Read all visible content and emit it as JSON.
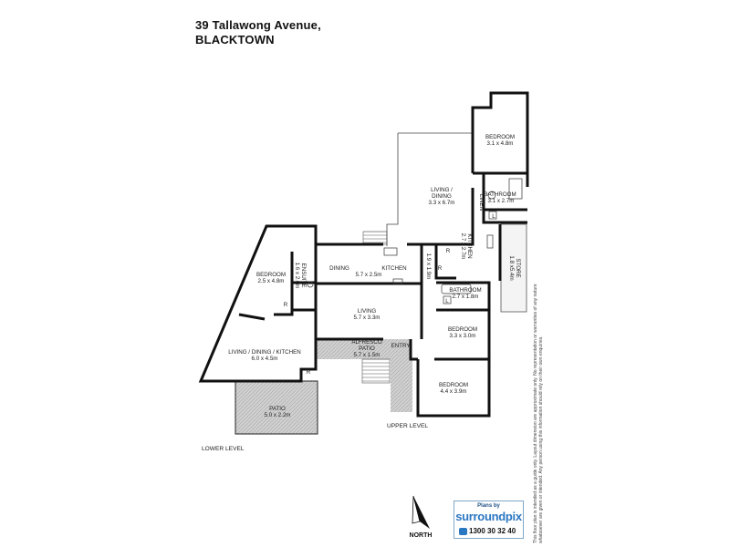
{
  "address": {
    "line1": "39 Tallawong Avenue,",
    "line2": "BLACKTOWN"
  },
  "rooms": {
    "bedroom_top": {
      "name": "BEDROOM",
      "dims": "3.1 x 4.8m"
    },
    "living_dining_upper": {
      "name1": "LIVING /",
      "name2": "DINING",
      "dims": "3.3 x 6.7m"
    },
    "bathroom_top": {
      "name": "BATHROOM",
      "dims": "3.1 x 2.7m"
    },
    "linen": {
      "name": "LINEN"
    },
    "kitchen_upper": {
      "name": "KITCHEN",
      "dims": "2.7 x 2.7m"
    },
    "store": {
      "name": "STORE",
      "dims": "1.8 x5.4m"
    },
    "hall": {
      "dims": "1.9 x 1.9m"
    },
    "dining": {
      "name": "DINING",
      "dims": "5.7 x 2.5m"
    },
    "kitchen": {
      "name": "KITCHEN"
    },
    "living": {
      "name": "LIVING",
      "dims": "5.7 x 3.3m"
    },
    "bathroom_mid": {
      "name": "BATHROOM",
      "dims": "2.7 x 1.8m"
    },
    "bedroom_mid": {
      "name": "BEDROOM",
      "dims": "3.3 x 3.0m"
    },
    "bedroom_bottom": {
      "name": "BEDROOM",
      "dims": "4.4 x 3.9m"
    },
    "alfresco": {
      "name1": "ALFRESCO",
      "name2": "PATIO",
      "dims": "5.7 x 1.5m"
    },
    "entry": {
      "name": "ENTRY"
    },
    "bedroom_lower": {
      "name": "BEDROOM",
      "dims": "2.5 x 4.8m"
    },
    "ensuite": {
      "name": "ENSUITE",
      "dims": "1.6 x 2.0m"
    },
    "living_dining_kitchen": {
      "name": "LIVING / DINING / KITCHEN",
      "dims": "6.0 x 4.5m"
    },
    "patio": {
      "name": "PATIO",
      "dims": "5.0 x 2.2m"
    },
    "fixtures": {
      "r": "R",
      "l": "L"
    }
  },
  "levels": {
    "upper": "UPPER LEVEL",
    "lower": "LOWER LEVEL"
  },
  "compass": {
    "label": "NORTH",
    "icon": "north-arrow-icon"
  },
  "logo": {
    "plans_by": "Plans by",
    "brand": "surroundpix",
    "phone": "1300 30 32 40"
  },
  "disclaimer": "This floor plan is intended as a guide only. Layout dimension are approximate only. No representation or warranties of any nature whatsoever are given or intended. Any person using this information should rely on their own enquiries.",
  "colors": {
    "wall": "#111111",
    "paving": "#bdbdbd",
    "accent": "#2b77c2"
  }
}
